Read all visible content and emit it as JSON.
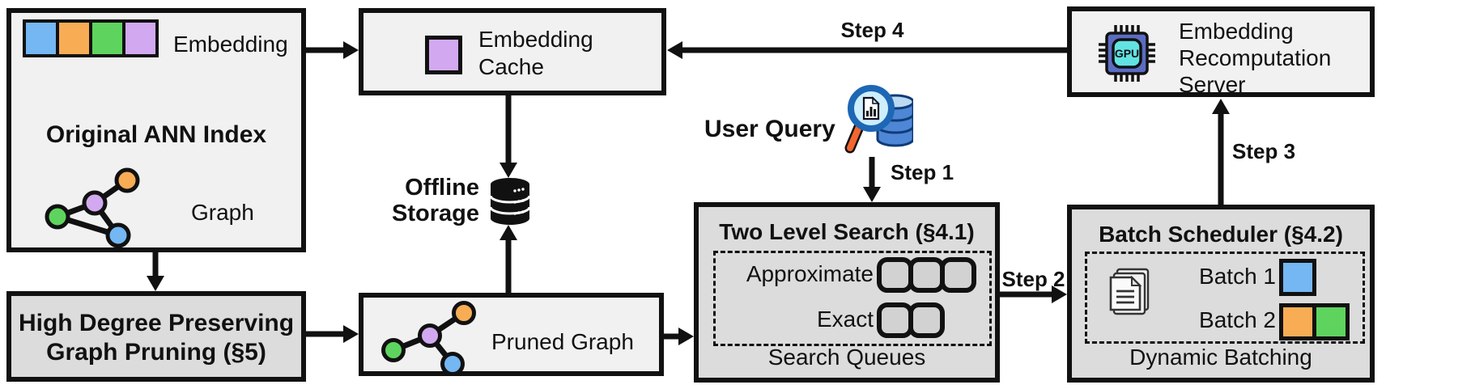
{
  "colors": {
    "blue": "#74b7f2",
    "orange": "#f8ad55",
    "green": "#5ed45e",
    "purple": "#d2a9f0",
    "box_light": "#f1f1f1",
    "box_mid": "#dcdcdc",
    "queue_fill": "#d2d2d2"
  },
  "original_index": {
    "title": "Original ANN Index",
    "embedding_label": "Embedding",
    "graph_label": "Graph"
  },
  "embedding_cache": {
    "label": "Embedding\nCache"
  },
  "offline_storage": {
    "label": "Offline\nStorage"
  },
  "user_query": {
    "label": "User Query"
  },
  "recompute_server": {
    "label": "Embedding\nRecomputation\nServer",
    "chip_text": "GPU"
  },
  "high_degree_pruning": {
    "label": "High Degree Preserving\nGraph Pruning (§5)"
  },
  "pruned_graph": {
    "label": "Pruned Graph"
  },
  "two_level_search": {
    "title": "Two Level Search (§4.1)",
    "approximate_label": "Approximate",
    "exact_label": "Exact",
    "caption": "Search Queues",
    "approximate_slots": 3,
    "exact_slots": 2
  },
  "batch_scheduler": {
    "title": "Batch Scheduler (§4.2)",
    "batch1_label": "Batch 1",
    "batch2_label": "Batch 2",
    "caption": "Dynamic Batching"
  },
  "steps": {
    "s1": "Step 1",
    "s2": "Step 2",
    "s3": "Step 3",
    "s4": "Step 4"
  }
}
